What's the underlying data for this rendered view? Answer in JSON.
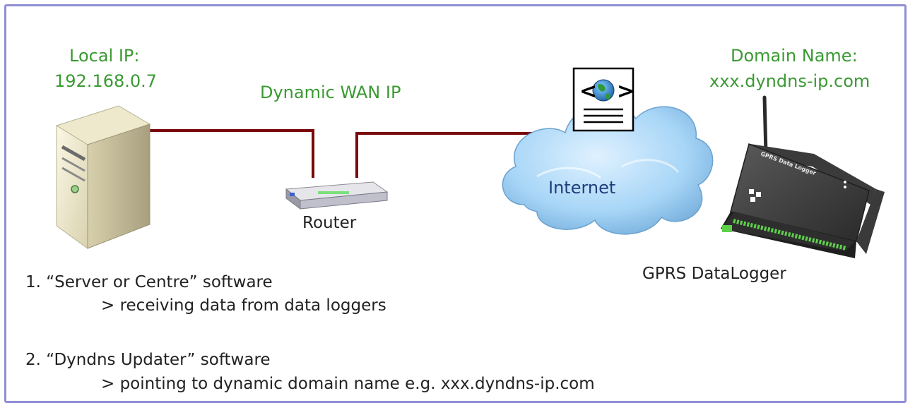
{
  "labels": {
    "local_ip_title": "Local IP:",
    "local_ip_value": "192.168.0.7",
    "wan": "Dynamic WAN IP",
    "domain_title": "Domain Name:",
    "domain_value": "xxx.dyndns-ip.com",
    "router": "Router",
    "internet": "Internet",
    "datalogger": "GPRS DataLogger",
    "device_printed_text": "GPRS Data Logger"
  },
  "notes": [
    {
      "heading": "1. “Server or Centre” software",
      "detail": "> receiving data from data loggers"
    },
    {
      "heading": "2. “Dyndns Updater” software",
      "detail": "> pointing to dynamic domain name e.g. xxx.dyndns-ip.com"
    }
  ],
  "colors": {
    "label_green": "#3a9a32",
    "link_red": "#7a0a0a",
    "frame": "#8f8fd6",
    "cloud": "#9fcff2",
    "internet_text": "#1f3d7a"
  },
  "icons": [
    "server-tower-icon",
    "router-icon",
    "internet-cloud-icon",
    "web-page-globe-icon",
    "gprs-datalogger-device-icon"
  ]
}
